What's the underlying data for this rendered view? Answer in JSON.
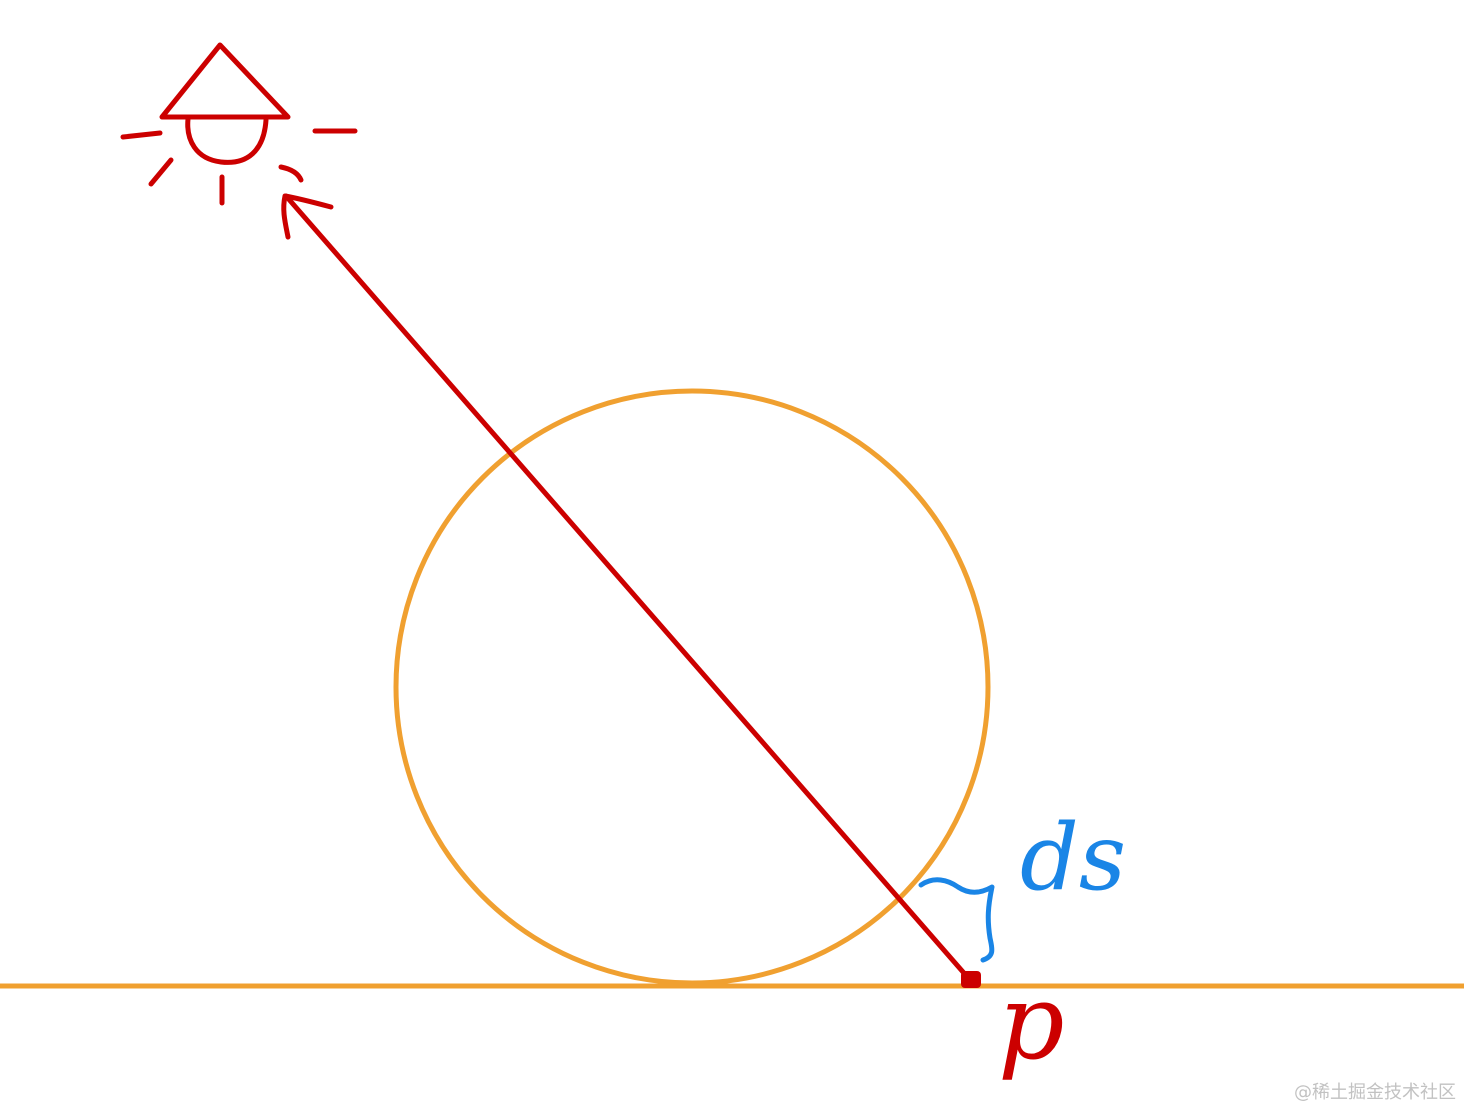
{
  "labels": {
    "point": "p",
    "distance": "ds"
  },
  "watermark": "@稀土掘金技术社区",
  "icons": {
    "light": "light-lamp-icon"
  },
  "colors": {
    "background": "#ffffff",
    "ray": "#cc0000",
    "shapes": "#f0a030",
    "annotation": "#1a85e6",
    "watermark": "#c2c2c2"
  }
}
